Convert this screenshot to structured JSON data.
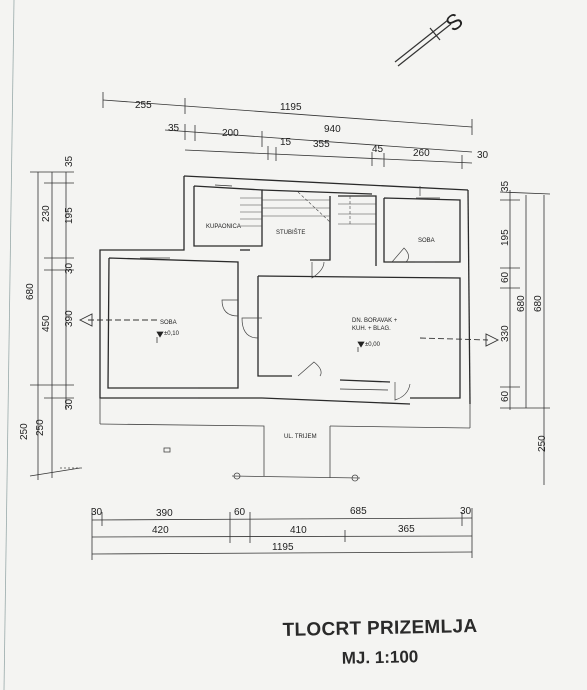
{
  "north_label": "S",
  "rooms": {
    "kupaonica": "KUPAONICA",
    "stubiste": "STUBIŠTE",
    "soba_small": "SOBA",
    "soba_left": "SOBA",
    "boravak_line1": "DN. BORAVAK +",
    "boravak_line2": "KUH. + BLAG.",
    "ulaz": "UL. TRIJEM"
  },
  "levels": {
    "soba_left": "±0,10",
    "boravak": "±0,00"
  },
  "dims_top": {
    "row1": [
      "255",
      "1195"
    ],
    "row2": [
      "35",
      "200",
      "940"
    ],
    "row3": [
      "15",
      "355",
      "45",
      "260",
      "30"
    ]
  },
  "dims_bottom": {
    "row1": [
      "30",
      "390",
      "60",
      "685",
      "30"
    ],
    "row2": [
      "420",
      "410",
      "365"
    ],
    "row3": [
      "1195"
    ]
  },
  "dims_left": {
    "outer": [
      "680",
      "250"
    ],
    "middle": [
      "230",
      "450",
      "250"
    ],
    "inner": [
      "35",
      "195",
      "30",
      "390",
      "30"
    ]
  },
  "dims_right": {
    "inner": [
      "35",
      "195",
      "60",
      "330",
      "60"
    ],
    "middle": [
      "680"
    ],
    "outer": [
      "680",
      "250"
    ]
  },
  "title": "TLOCRT PRIZEMLJA",
  "scale": "MJ. 1:100"
}
